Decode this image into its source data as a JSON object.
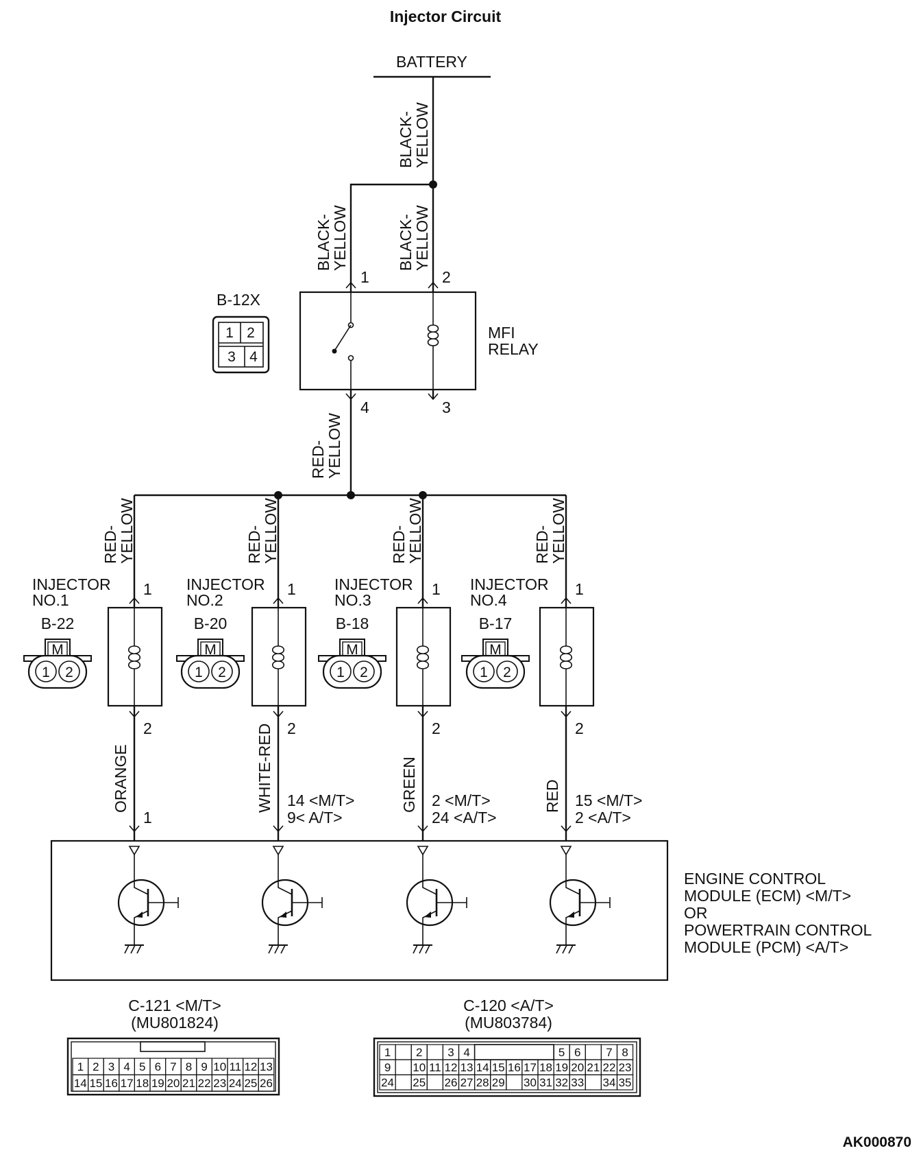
{
  "title": "Injector Circuit",
  "code": "AK000870",
  "battery": {
    "label": "BATTERY",
    "wire": [
      "BLACK-",
      "YELLOW"
    ]
  },
  "relay": {
    "name": [
      "MFI",
      "RELAY"
    ],
    "connector": "B-12X",
    "connector_pins": [
      "1",
      "2",
      "3",
      "4"
    ],
    "pins": {
      "p1": "1",
      "p2": "2",
      "p3": "3",
      "p4": "4"
    },
    "wire_p1": [
      "BLACK-",
      "YELLOW"
    ],
    "wire_p2": [
      "BLACK-",
      "YELLOW"
    ],
    "wire_p4": [
      "RED-",
      "YELLOW"
    ]
  },
  "injectors": [
    {
      "name": [
        "INJECTOR",
        "NO.1"
      ],
      "connector": "B-22",
      "pin_top": "1",
      "pin_bottom": "2",
      "wire_top": [
        "RED-",
        "YELLOW"
      ],
      "wire_bottom": "ORANGE",
      "ecm_pin": [
        "1"
      ]
    },
    {
      "name": [
        "INJECTOR",
        "NO.2"
      ],
      "connector": "B-20",
      "pin_top": "1",
      "pin_bottom": "2",
      "wire_top": [
        "RED-",
        "YELLOW"
      ],
      "wire_bottom": "WHITE-RED",
      "ecm_pin": [
        "14 <M/T>",
        "9< A/T>"
      ]
    },
    {
      "name": [
        "INJECTOR",
        "NO.3"
      ],
      "connector": "B-18",
      "pin_top": "1",
      "pin_bottom": "2",
      "wire_top": [
        "RED-",
        "YELLOW"
      ],
      "wire_bottom": "GREEN",
      "ecm_pin": [
        "2 <M/T>",
        "24 <A/T>"
      ]
    },
    {
      "name": [
        "INJECTOR",
        "NO.4"
      ],
      "connector": "B-17",
      "pin_top": "1",
      "pin_bottom": "2",
      "wire_top": [
        "RED-",
        "YELLOW"
      ],
      "wire_bottom": "RED",
      "ecm_pin": [
        "15 <M/T>",
        "2 <A/T>"
      ]
    }
  ],
  "injector_connector": {
    "key": "M",
    "pins": [
      "1",
      "2"
    ]
  },
  "ecm": {
    "label": [
      "ENGINE CONTROL",
      "MODULE (ECM) <M/T>",
      "OR",
      "POWERTRAIN CONTROL",
      "MODULE (PCM) <A/T>"
    ]
  },
  "connectors": [
    {
      "name": "C-121 <M/T>",
      "part": "(MU801824)",
      "rows": [
        [
          "1",
          "2",
          "3",
          "4",
          "5",
          "6",
          "7",
          "8",
          "9",
          "10",
          "11",
          "12",
          "13"
        ],
        [
          "14",
          "15",
          "16",
          "17",
          "18",
          "19",
          "20",
          "21",
          "22",
          "23",
          "24",
          "25",
          "26"
        ]
      ]
    },
    {
      "name": "C-120 <A/T>",
      "part": "(MU803784)",
      "rows": [
        [
          "1",
          "",
          "2",
          "",
          "3",
          "4",
          "",
          "",
          "",
          "",
          "",
          "5",
          "6",
          "",
          "7",
          "8"
        ],
        [
          "9",
          "",
          "10",
          "11",
          "12",
          "13",
          "14",
          "15",
          "16",
          "17",
          "18",
          "19",
          "20",
          "21",
          "22",
          "23"
        ],
        [
          "24",
          "",
          "25",
          "",
          "26",
          "27",
          "28",
          "29",
          "",
          "30",
          "31",
          "32",
          "33",
          "",
          "34",
          "35"
        ]
      ]
    }
  ]
}
